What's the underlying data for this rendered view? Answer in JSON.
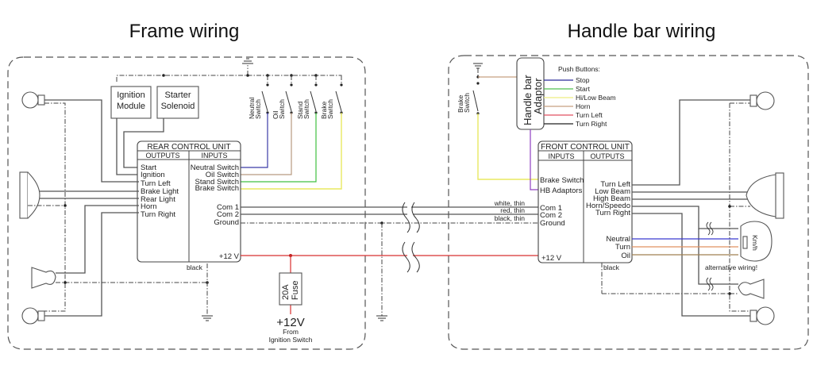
{
  "titles": {
    "frame": "Frame wiring",
    "handlebar": "Handle bar wiring"
  },
  "frame": {
    "ignition_module": [
      "Ignition",
      "Module"
    ],
    "starter_solenoid": [
      "Starter",
      "Solenoid"
    ],
    "switches": [
      {
        "line1": "Neutral",
        "line2": "Switch",
        "color": "#3a3aa8"
      },
      {
        "line1": "Oil",
        "line2": "Switch",
        "color": "#b89a80"
      },
      {
        "line1": "Stand",
        "line2": "Switch",
        "color": "#40c040"
      },
      {
        "line1": "Brake",
        "line2": "Switch",
        "color": "#e8e860"
      }
    ],
    "rear_unit": {
      "title": "REAR CONTROL UNIT",
      "outputs_header": "OUTPUTS",
      "inputs_header": "INPUTS",
      "outputs": [
        "Start",
        "Ignition",
        "Turn Left",
        "Brake Light",
        "Rear Light",
        "Horn",
        "Turn Right"
      ],
      "inputs": [
        "Neutral Switch",
        "Oil Switch",
        "Stand Switch",
        "Brake Switch"
      ],
      "com1": "Com 1",
      "com2": "Com 2",
      "ground": "Ground",
      "plus12": "+12 V",
      "black": "black"
    },
    "fuse": [
      "20A",
      "Fuse"
    ],
    "supply": "+12V",
    "supply_from": [
      "From",
      "Ignition Switch"
    ]
  },
  "handlebar": {
    "brake_switch": [
      "Brake",
      "Switch"
    ],
    "adaptor": [
      "Handle bar",
      "Adaptor"
    ],
    "push_buttons_label": "Push Buttons:",
    "push_buttons": [
      {
        "label": "Stop",
        "color": "#2a2a9a"
      },
      {
        "label": "Start",
        "color": "#50c050"
      },
      {
        "label": "Hi/Low Beam",
        "color": "#eeee80"
      },
      {
        "label": "Horn",
        "color": "#c8a080"
      },
      {
        "label": "Turn Left",
        "color": "#e05060"
      },
      {
        "label": "Turn Right",
        "color": "#222222"
      }
    ],
    "front_unit": {
      "title": "FRONT CONTROL UNIT",
      "inputs_header": "INPUTS",
      "outputs_header": "OUTPUTS",
      "inputs": [
        "Brake Switch",
        "HB Adaptors"
      ],
      "com1": "Com 1",
      "com2": "Com 2",
      "ground": "Ground",
      "plus12": "+12 V",
      "outputs": [
        "Turn Left",
        "Low Beam",
        "High Beam",
        "Horn/Speedo",
        "Turn Right"
      ],
      "gauge_outputs": [
        "Neutral",
        "Turn",
        "Oil"
      ],
      "black": "black"
    },
    "cable_labels": [
      "white, thin",
      "red, thin",
      "black, thin"
    ],
    "speedo_label": "Km/h",
    "alt_wiring": "alternative wiring!"
  },
  "colors": {
    "plus12": "#d83030",
    "neutral": "#3a3ad0",
    "turn": "#e09060",
    "oil": "#a08050",
    "hb_adaptor": "#9040c0",
    "brake_yellow": "#e8e860"
  }
}
